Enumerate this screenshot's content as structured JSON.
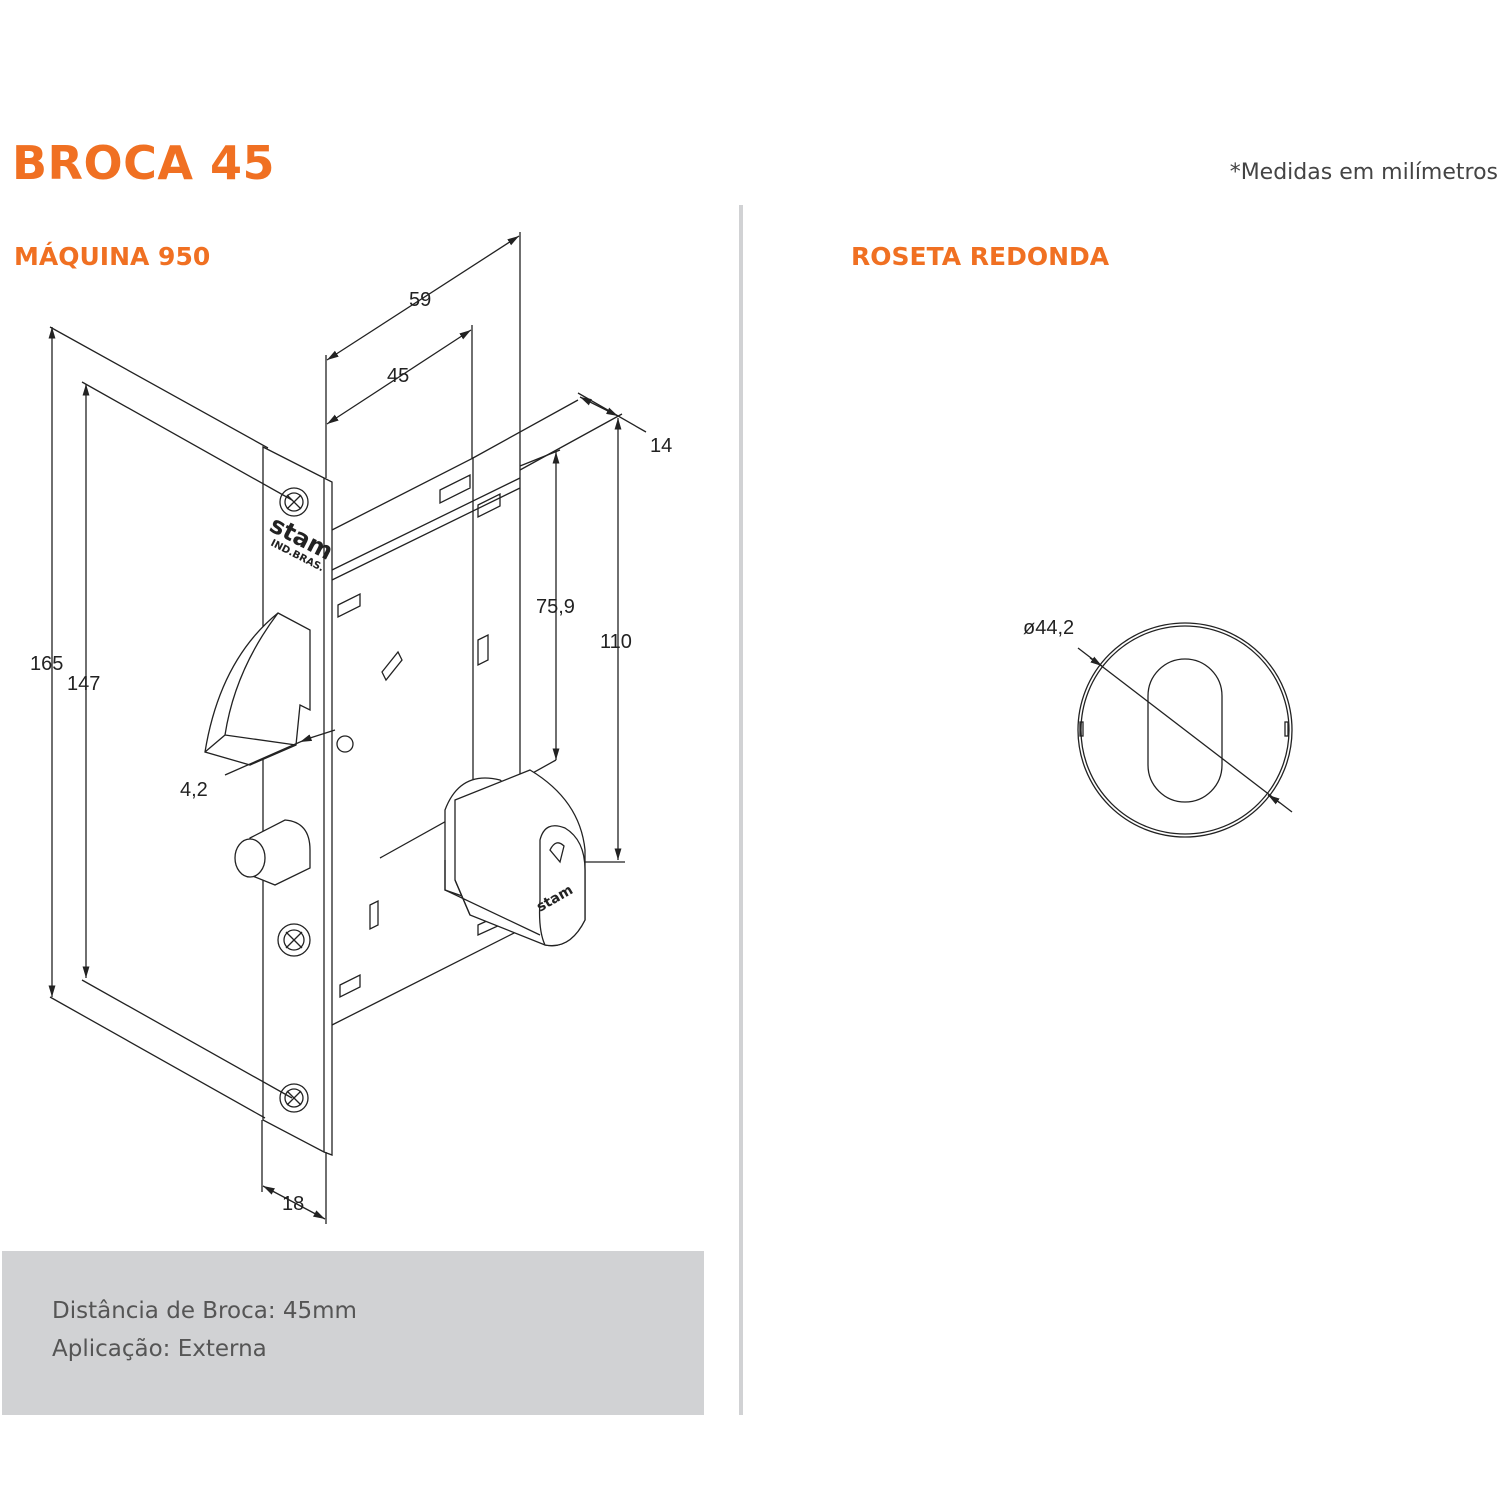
{
  "header": {
    "title": "BROCA 45",
    "note": "*Medidas em milímetros"
  },
  "left_panel": {
    "heading": "MÁQUINA 950",
    "logo_text": "stam",
    "logo_subtext": "IND.BRAS.",
    "dimensions": {
      "total_height": "165",
      "screw_spacing": "147",
      "overall_depth": "59",
      "backset": "45",
      "cylinder_offset": "14",
      "case_height": "110",
      "latch_to_cylinder": "75,9",
      "latch_projection": "4,2",
      "faceplate_width": "18"
    }
  },
  "right_panel": {
    "heading": "ROSETA REDONDA",
    "diameter": "ø44,2"
  },
  "info": {
    "broca": "Distância de Broca:  45mm",
    "aplicacao": "Aplicação: Externa"
  },
  "colors": {
    "accent": "#f07022",
    "panel_gray": "#d1d2d4"
  }
}
